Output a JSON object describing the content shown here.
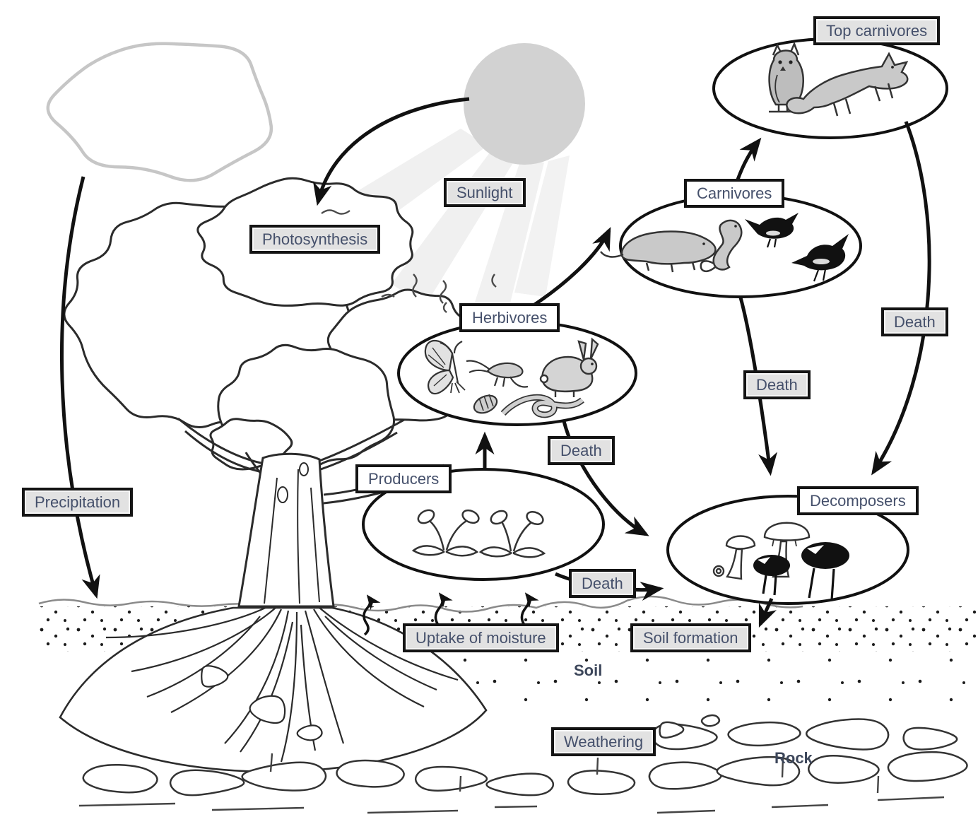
{
  "diagram": {
    "subject": "Ecosystem energy flow and nutrient cycling",
    "style": "hand-drawn line-art illustration with labeled trophic groups"
  },
  "groups": [
    {
      "label": "Top carnivores",
      "members": [
        "owl",
        "fox"
      ]
    },
    {
      "label": "Carnivores",
      "members": [
        "badger",
        "weasel",
        "small bird",
        "large bird"
      ]
    },
    {
      "label": "Herbivores",
      "members": [
        "butterfly",
        "grasshopper",
        "rabbit",
        "woodlouse",
        "earthworm"
      ]
    },
    {
      "label": "Producers",
      "members": [
        "flowering plant",
        "flowering plant"
      ]
    },
    {
      "label": "Decomposers",
      "members": [
        "mushroom",
        "mushroom",
        "black fungus",
        "black fungus"
      ]
    }
  ],
  "labels": {
    "sunlight": "Sunlight",
    "photosynthesis": "Photosynthesis",
    "precipitation": "Precipitation",
    "death": "Death",
    "uptake_of_moisture": "Uptake of moisture",
    "soil_formation": "Soil formation",
    "soil": "Soil",
    "weathering": "Weathering",
    "rock": "Rock"
  },
  "flows": [
    {
      "from": "Sun",
      "to": "Photosynthesis",
      "via": "Sunlight"
    },
    {
      "from": "Cloud",
      "to": "Soil",
      "via": "Precipitation"
    },
    {
      "from": "Producers",
      "to": "Herbivores"
    },
    {
      "from": "Herbivores",
      "to": "Carnivores"
    },
    {
      "from": "Carnivores",
      "to": "Top carnivores"
    },
    {
      "from": "Herbivores",
      "to": "Decomposers",
      "via": "Death"
    },
    {
      "from": "Carnivores",
      "to": "Decomposers",
      "via": "Death"
    },
    {
      "from": "Top carnivores",
      "to": "Decomposers",
      "via": "Death"
    },
    {
      "from": "Producers",
      "to": "Decomposers",
      "via": "Death"
    },
    {
      "from": "Soil",
      "to": "Producers",
      "via": "Uptake of moisture"
    },
    {
      "from": "Decomposers",
      "to": "Soil",
      "via": "Soil formation"
    },
    {
      "from": "Rock",
      "to": "Soil",
      "via": "Weathering"
    }
  ],
  "scene_objects": [
    "cloud",
    "sun with light rays",
    "deciduous tree with root system",
    "soil layer with speckles",
    "rock layer"
  ],
  "colors": {
    "ink": "#1a1a1a",
    "label_text": "#45506b",
    "box_border": "#141414",
    "box_bg_gray": "#e2e2e2",
    "box_bg_white": "#ffffff",
    "sun_fill": "#d2d2d2",
    "ray_fill": "#e3e3e3",
    "cloud_stroke": "#c6c6c6",
    "animal_gray": "#c9c9c9",
    "bird_black": "#111111"
  }
}
